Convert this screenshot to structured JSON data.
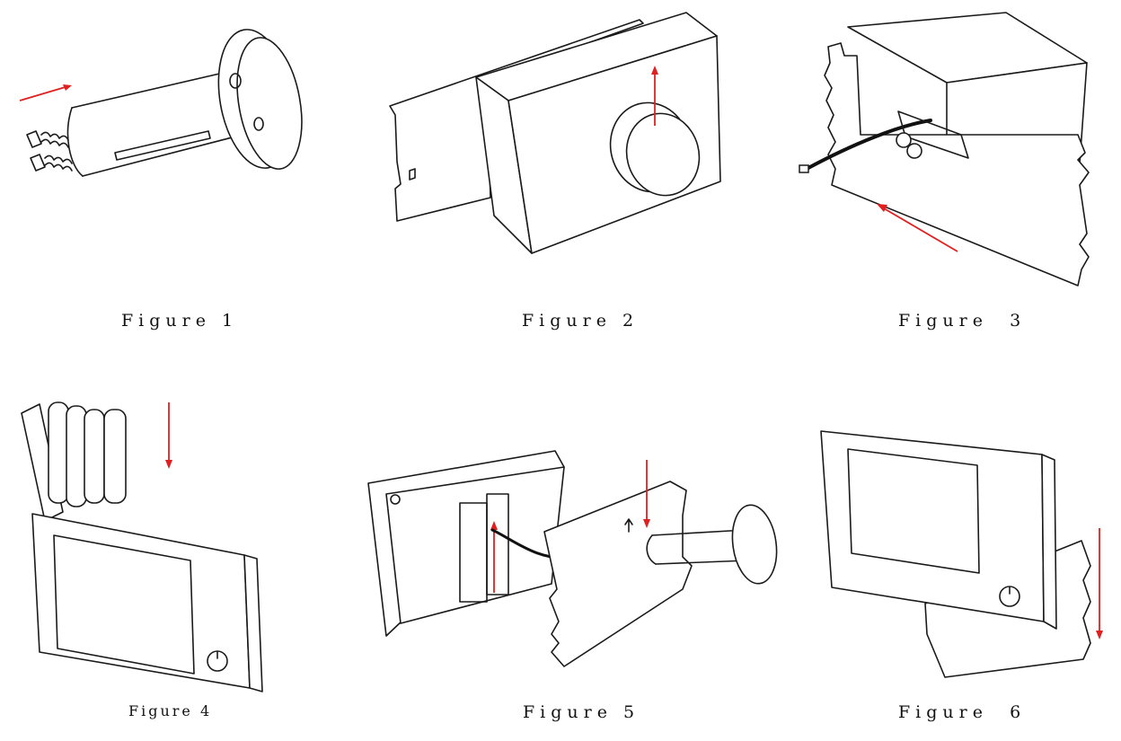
{
  "figures": [
    {
      "caption": "Figure 1"
    },
    {
      "caption": "Figure 2"
    },
    {
      "caption": "Figure  3"
    },
    {
      "caption": "Figure 4"
    },
    {
      "caption": "Figure 5"
    },
    {
      "caption": "Figure  6"
    }
  ],
  "colors": {
    "arrow": "#e02020",
    "line": "#1a1a1a",
    "background": "#ffffff"
  },
  "icons": [
    "power-button-icon",
    "up-arrow-icon"
  ]
}
